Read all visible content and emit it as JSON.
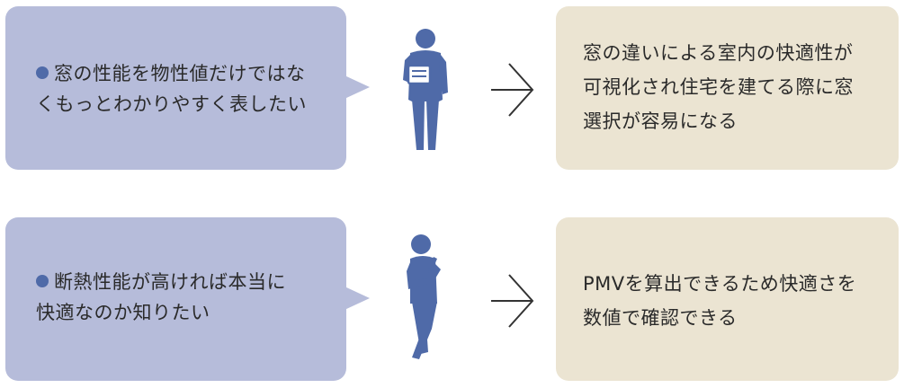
{
  "rows": [
    {
      "need_lines": [
        "窓の性能を物性値だけではな",
        "くもっとわかりやすく表したい"
      ],
      "result_lines": [
        "窓の違いによる室内の快適性が",
        "可視化され住宅を建てる際に窓",
        "選択が容易になる"
      ]
    },
    {
      "need_lines": [
        "断熱性能が高ければ本当に",
        "快適なのか知りたい"
      ],
      "result_lines": [
        "PMVを算出できるため快適さを",
        "数値で確認できる"
      ]
    }
  ],
  "colors": {
    "bubble": "#b6bcda",
    "result": "#ebe4d2",
    "figure": "#4f6aa8",
    "arrow": "#333333",
    "text": "#2a2a2a"
  },
  "icons": {
    "figure_1": "person-holding-document-icon",
    "figure_2": "person-thinking-icon",
    "arrow": "arrow-right-icon"
  }
}
